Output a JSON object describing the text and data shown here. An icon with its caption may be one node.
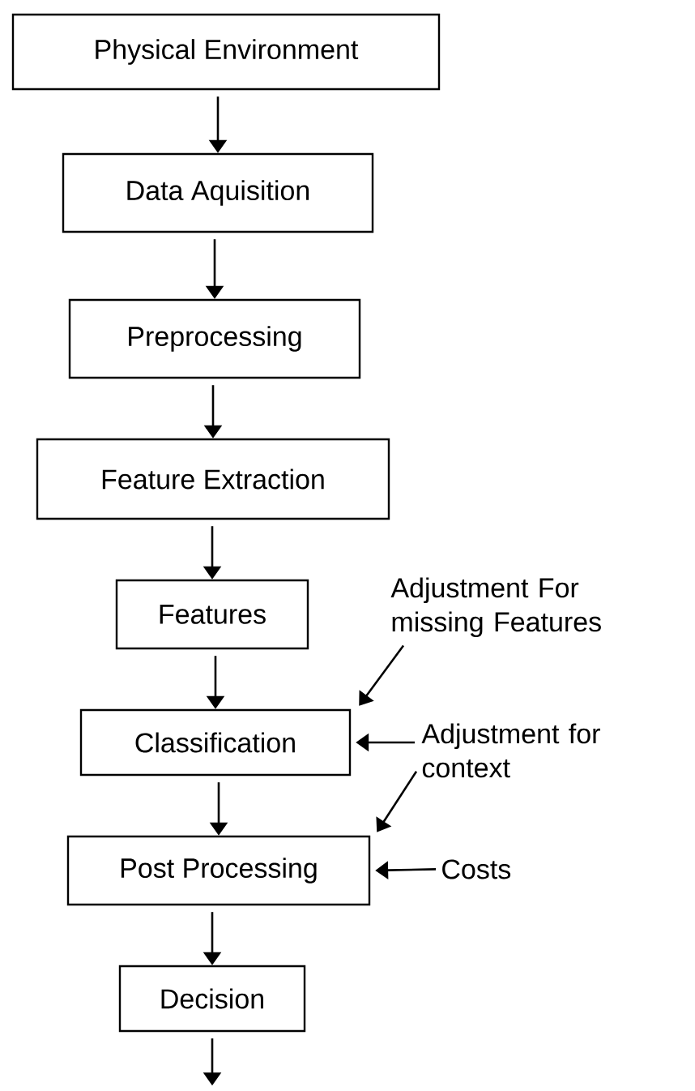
{
  "diagram": {
    "nodes": [
      {
        "text": [
          "Physical Environment"
        ]
      },
      {
        "text": [
          "Data Aquisition"
        ]
      },
      {
        "text": [
          "Preprocessing"
        ]
      },
      {
        "text": [
          "Feature Extraction"
        ]
      },
      {
        "text": [
          "Features"
        ]
      },
      {
        "text": [
          "Classification"
        ]
      },
      {
        "text": [
          "Post Processing"
        ]
      },
      {
        "text": [
          "Decision"
        ]
      },
      {
        "text": [
          "Adjustment For missing Features"
        ]
      },
      {
        "text": [
          "Adjustment for context"
        ]
      },
      {
        "text": [
          "Costs"
        ]
      }
    ],
    "edges": [
      {
        "from": 0,
        "to": 1,
        "arrow": "to"
      },
      {
        "from": 1,
        "to": 2,
        "arrow": "to"
      },
      {
        "from": 2,
        "to": 3,
        "arrow": "to"
      },
      {
        "from": 3,
        "to": 4,
        "arrow": "to"
      },
      {
        "from": 4,
        "to": 5,
        "arrow": "to"
      },
      {
        "from": 5,
        "to": 6,
        "arrow": "to"
      },
      {
        "from": 6,
        "to": 7,
        "arrow": "to"
      },
      {
        "from": 7,
        "to": null,
        "arrow": "to"
      },
      {
        "from": 8,
        "to": 5,
        "arrow": "to"
      },
      {
        "from": 9,
        "to": 5,
        "arrow": "to"
      },
      {
        "from": 9,
        "to": 6,
        "arrow": "to"
      },
      {
        "from": 10,
        "to": 6,
        "arrow": "to"
      }
    ]
  }
}
